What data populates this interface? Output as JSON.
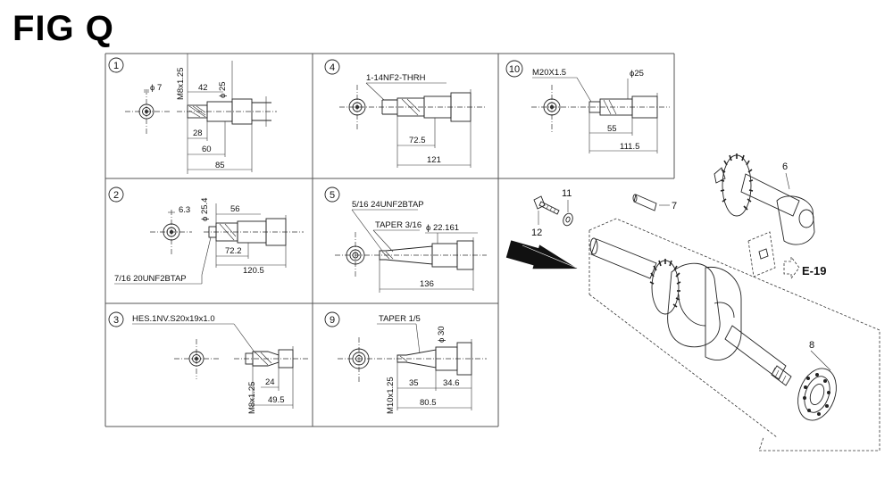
{
  "figure": {
    "title": "FIG Q"
  },
  "panels": [
    {
      "id": "p1",
      "num": "1",
      "dims": [
        "M8x1.25",
        "ϕ 25",
        "ϕ 7",
        "42",
        "28",
        "60",
        "85"
      ]
    },
    {
      "id": "p4",
      "num": "4",
      "dims": [
        "1-14NF2-THRH",
        "72.5",
        "121"
      ]
    },
    {
      "id": "p10",
      "num": "10",
      "dims": [
        "M20X1.5",
        "ϕ25",
        "55",
        "111.5"
      ]
    },
    {
      "id": "p2",
      "num": "2",
      "dims": [
        "6.3",
        "ϕ 25.4",
        "56",
        "72.2",
        "120.5",
        "7/16 20UNF2BTAP"
      ]
    },
    {
      "id": "p5",
      "num": "5",
      "dims": [
        "5/16 24UNF2BTAP",
        "TAPER 3/16",
        "ϕ 22.161",
        "136"
      ]
    },
    {
      "id": "p3",
      "num": "3",
      "dims": [
        "HES.1NV.S20x19x1.0",
        "M8x1.25",
        "24",
        "49.5"
      ]
    },
    {
      "id": "p9",
      "num": "9",
      "dims": [
        "TAPER 1/5",
        "ϕ 30",
        "M10x1.25",
        "35",
        "34.6",
        "80.5"
      ]
    }
  ],
  "callouts": {
    "c6": "6",
    "c7": "7",
    "c8": "8",
    "c11": "11",
    "c12": "12",
    "ref": "E-19"
  }
}
